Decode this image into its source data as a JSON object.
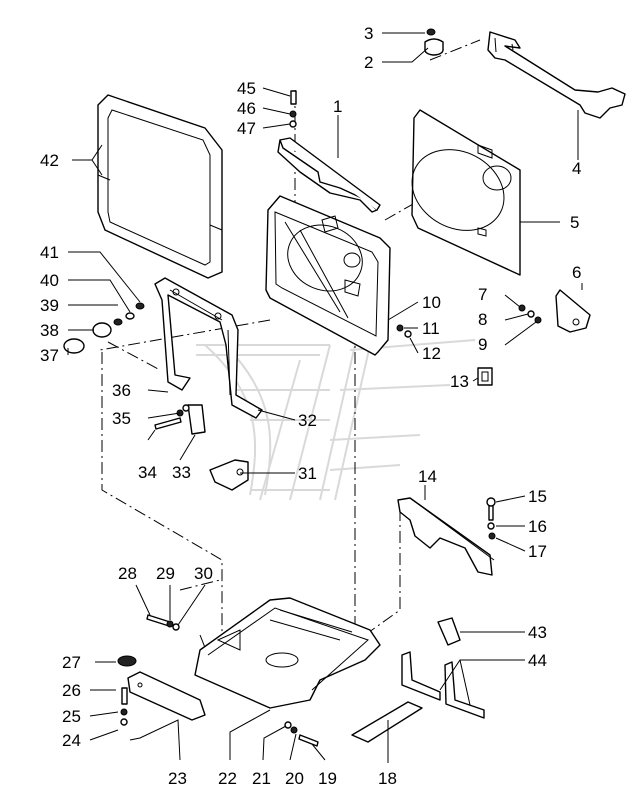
{
  "callouts": [
    {
      "n": "1"
    },
    {
      "n": "2"
    },
    {
      "n": "3"
    },
    {
      "n": "4"
    },
    {
      "n": "5"
    },
    {
      "n": "6"
    },
    {
      "n": "7"
    },
    {
      "n": "8"
    },
    {
      "n": "9"
    },
    {
      "n": "10"
    },
    {
      "n": "11"
    },
    {
      "n": "12"
    },
    {
      "n": "13"
    },
    {
      "n": "14"
    },
    {
      "n": "15"
    },
    {
      "n": "16"
    },
    {
      "n": "17"
    },
    {
      "n": "18"
    },
    {
      "n": "19"
    },
    {
      "n": "20"
    },
    {
      "n": "21"
    },
    {
      "n": "22"
    },
    {
      "n": "23"
    },
    {
      "n": "24"
    },
    {
      "n": "25"
    },
    {
      "n": "26"
    },
    {
      "n": "27"
    },
    {
      "n": "28"
    },
    {
      "n": "29"
    },
    {
      "n": "30"
    },
    {
      "n": "31"
    },
    {
      "n": "32"
    },
    {
      "n": "33"
    },
    {
      "n": "34"
    },
    {
      "n": "35"
    },
    {
      "n": "36"
    },
    {
      "n": "37"
    },
    {
      "n": "38"
    },
    {
      "n": "39"
    },
    {
      "n": "40"
    },
    {
      "n": "41"
    },
    {
      "n": "42"
    },
    {
      "n": "43"
    },
    {
      "n": "44"
    },
    {
      "n": "45"
    },
    {
      "n": "46"
    },
    {
      "n": "47"
    }
  ]
}
